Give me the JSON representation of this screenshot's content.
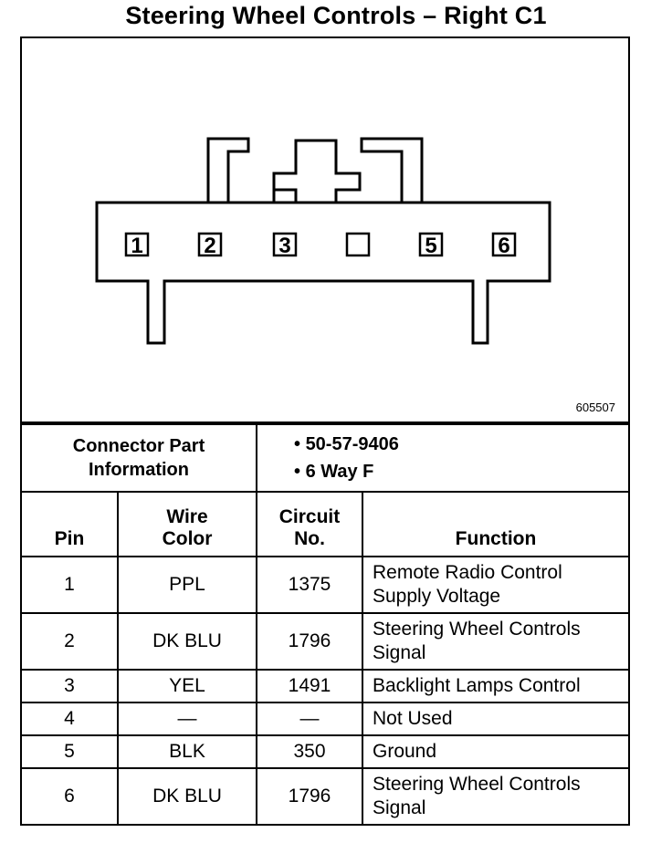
{
  "title": "Steering Wheel Controls – Right C1",
  "figure_number": "605507",
  "connector": {
    "pins_shown": [
      "1",
      "2",
      "3",
      "",
      "5",
      "6"
    ]
  },
  "connector_info": {
    "label_line1": "Connector Part",
    "label_line2": "Information",
    "values": [
      "50-57-9406",
      "6 Way F"
    ]
  },
  "pin_table": {
    "headers": {
      "pin": "Pin",
      "wire_color_1": "Wire",
      "wire_color_2": "Color",
      "circuit_1": "Circuit",
      "circuit_2": "No.",
      "function": "Function"
    },
    "rows": [
      {
        "pin": "1",
        "wire": "PPL",
        "circuit": "1375",
        "function_1": "Remote Radio Control",
        "function_2": "Supply Voltage"
      },
      {
        "pin": "2",
        "wire": "DK BLU",
        "circuit": "1796",
        "function_1": "Steering Wheel Controls",
        "function_2": "Signal"
      },
      {
        "pin": "3",
        "wire": "YEL",
        "circuit": "1491",
        "function_1": "Backlight Lamps Control",
        "function_2": ""
      },
      {
        "pin": "4",
        "wire": "—",
        "circuit": "—",
        "function_1": "Not Used",
        "function_2": ""
      },
      {
        "pin": "5",
        "wire": "BLK",
        "circuit": "350",
        "function_1": "Ground",
        "function_2": ""
      },
      {
        "pin": "6",
        "wire": "DK BLU",
        "circuit": "1796",
        "function_1": "Steering Wheel Controls",
        "function_2": "Signal"
      }
    ]
  }
}
